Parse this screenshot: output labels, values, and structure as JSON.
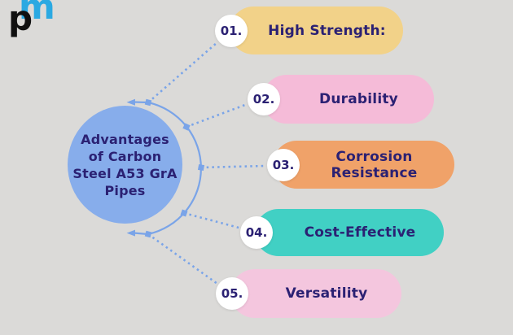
{
  "logo": {
    "letter_p": "p",
    "letter_m": "m",
    "p_color": "#101010",
    "m_color": "#2BA9E2"
  },
  "background_color": "#DBDAD8",
  "text_color": "#2B2173",
  "connector_color": "#7AA4E8",
  "center": {
    "label": "Advantages\nof Carbon\nSteel A53 GrA\nPipes",
    "fill": "#87ADEB"
  },
  "items": [
    {
      "number": "01.",
      "label": "High Strength:",
      "fill": "#F2D289"
    },
    {
      "number": "02.",
      "label": "Durability",
      "fill": "#F5BBD8"
    },
    {
      "number": "03.",
      "label": "Corrosion Resistance",
      "fill": "#F0A269"
    },
    {
      "number": "04.",
      "label": "Cost-Effective",
      "fill": "#41D0C4"
    },
    {
      "number": "05.",
      "label": "Versatility",
      "fill": "#F4C6DE"
    }
  ]
}
